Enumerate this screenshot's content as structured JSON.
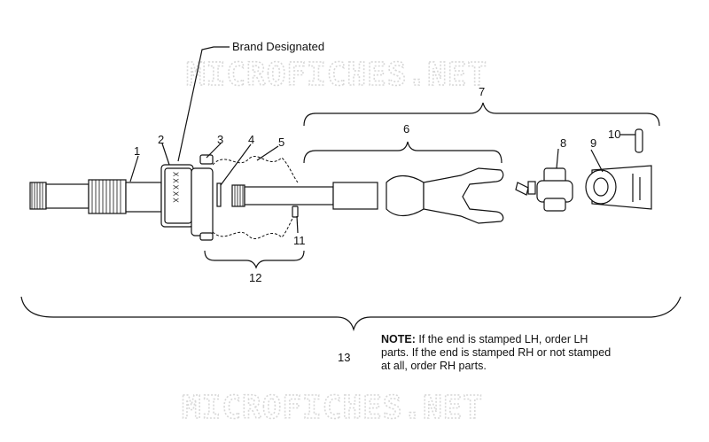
{
  "watermark": {
    "text": "MICROFICHES.NET"
  },
  "brand_label": "Brand Designated",
  "marking": "XXXXX",
  "callouts": {
    "c1": "1",
    "c2": "2",
    "c3": "3",
    "c4": "4",
    "c5": "5",
    "c6": "6",
    "c7": "7",
    "c8": "8",
    "c9": "9",
    "c10": "10",
    "c11": "11",
    "c12": "12",
    "c13": "13"
  },
  "note": {
    "heading": "NOTE:",
    "body": "If the end is stamped LH, order LH parts.  If the end is stamped RH or not stamped at all, order RH parts."
  }
}
